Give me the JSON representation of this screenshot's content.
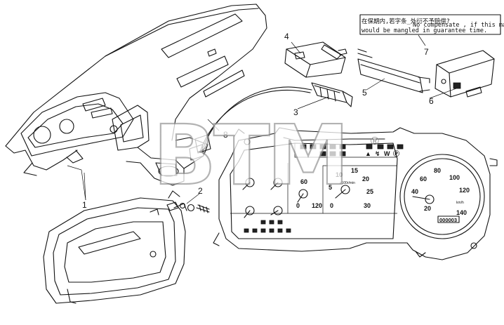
{
  "watermark": {
    "text": "BTM",
    "registered": "®"
  },
  "callouts": {
    "c1": "1",
    "c2": "2",
    "c3": "3",
    "c4": "4",
    "c5": "5",
    "c6": "6",
    "c7": "7",
    "c8": "8"
  },
  "warning_note": {
    "line1_cn": "在保期内,若字条_外衍不予赔偿?",
    "line1_en": "No compensate , if this mark",
    "line2": "would be mangled in guarantee time."
  },
  "speedometer": {
    "ticks": [
      "20",
      "40",
      "60",
      "80",
      "100",
      "120",
      "140"
    ],
    "unit": "km/h",
    "odometer": "000003"
  },
  "tachometer": {
    "ticks": [
      "0",
      "5",
      "10",
      "15",
      "20",
      "25",
      "30"
    ],
    "unit_label": "x100r/min"
  },
  "small_gauge": {
    "ticks": [
      "0",
      "60",
      "120"
    ]
  },
  "symbols": {
    "flash": "↯",
    "warn": "▲",
    "w": "W",
    "brake": "Ⓟ"
  }
}
